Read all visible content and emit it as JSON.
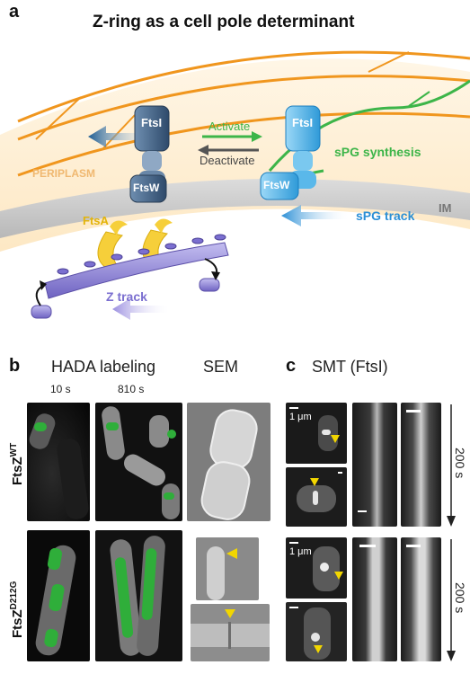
{
  "panel_a": {
    "letter": "a",
    "title": "Z-ring as a cell pole determinant",
    "labels": {
      "ftsi_left": "FtsI",
      "ftsw_left": "FtsW",
      "ftsi_right": "FtsI",
      "ftsw_right": "FtsW",
      "activate": "Activate",
      "deactivate": "Deactivate",
      "spg_synthesis": "sPG synthesis",
      "periplasm": "PERIPLASM",
      "ftsa": "FtsA",
      "spg_track": "sPG track",
      "im": "IM",
      "z_track": "Z track"
    },
    "colors": {
      "pg_orange": "#f0961e",
      "membrane_gray": "#c9c9c9",
      "ftsi_dark": "#3d5a7a",
      "ftsi_light": "#49b3e8",
      "ftsa_yellow": "#f6cf3a",
      "ftsz_purple": "#8a7fd6",
      "spg_green": "#3db549",
      "arrow_blue": "#2b8fd6"
    }
  },
  "panel_b": {
    "letter": "b",
    "heading": "HADA labeling",
    "sem_heading": "SEM",
    "time_1": "10 s",
    "time_2": "810 s",
    "row_wt": "FtsZ",
    "row_wt_sup": "WT",
    "row_mut": "FtsZ",
    "row_mut_sup": "D212G"
  },
  "panel_c": {
    "letter": "c",
    "heading": "SMT (FtsI)",
    "scale_1": "1 μm",
    "scale_2": "1 μm",
    "time_1": "200 s",
    "time_2": "200 s"
  }
}
